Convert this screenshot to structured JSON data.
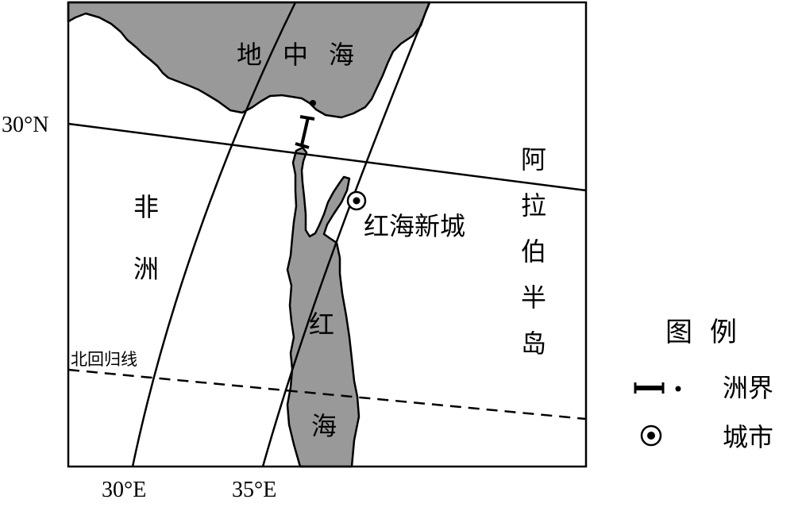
{
  "map": {
    "region_labels": {
      "mediterranean": [
        "地",
        "中",
        "海"
      ],
      "africa": [
        "非",
        "洲"
      ],
      "arabia": [
        "阿",
        "拉",
        "伯",
        "半",
        "岛"
      ],
      "red_sea": [
        "红",
        "海"
      ]
    },
    "city_label": "红海新城",
    "tropic_label": "北回归线",
    "lat_label": "30°N",
    "lon_labels": [
      "30°E",
      "35°E"
    ]
  },
  "legend": {
    "title": [
      "图",
      "例"
    ],
    "items": [
      {
        "icon": "continent-boundary-icon",
        "label": "洲界"
      },
      {
        "icon": "city-icon",
        "label": "城市"
      }
    ]
  },
  "colors": {
    "water": "#999999",
    "land": "#ffffff",
    "line": "#000000"
  }
}
